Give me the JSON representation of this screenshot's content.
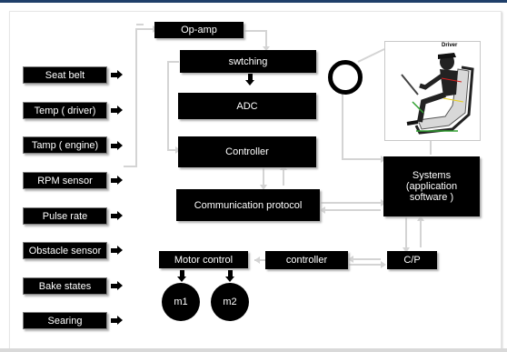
{
  "sensors": [
    {
      "label": "Seat belt"
    },
    {
      "label": "Temp ( driver)"
    },
    {
      "label": "Tamp ( engine)"
    },
    {
      "label": "RPM sensor"
    },
    {
      "label": "Pulse rate"
    },
    {
      "label": "Obstacle sensor"
    },
    {
      "label": "Bake states"
    },
    {
      "label": "Searing"
    }
  ],
  "blocks": {
    "opamp": "Op-amp",
    "switching": "swtching",
    "adc": "ADC",
    "controller": "Controller",
    "comm": "Communication protocol",
    "systems": "Systems\n(application\nsoftware )",
    "motor_control": "Motor control",
    "controller2": "controller",
    "cp": "C/P"
  },
  "motors": {
    "m1": "m1",
    "m2": "m2"
  },
  "figure": {
    "driver_label": "Driver"
  },
  "colors": {
    "box_fill": "#000000",
    "box_text": "#ffffff",
    "connector": "#d4d4d4",
    "title_bar": "#1f3f6a"
  }
}
